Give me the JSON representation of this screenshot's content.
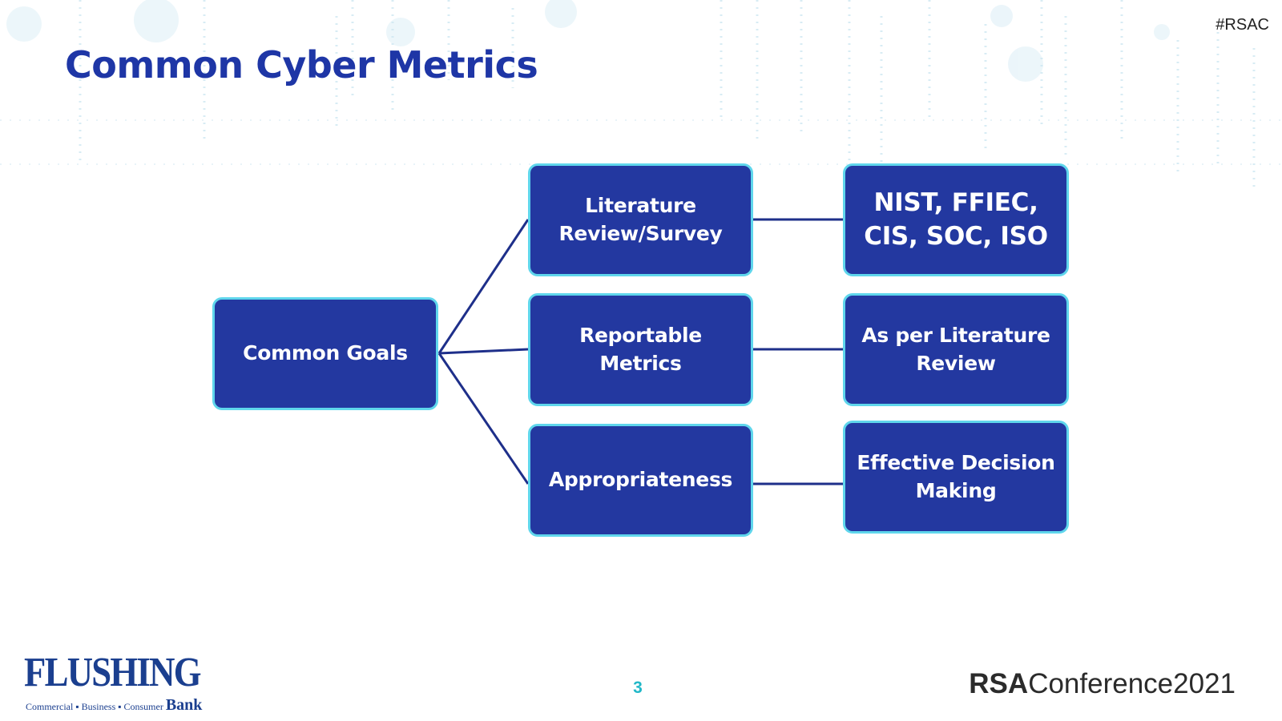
{
  "header": {
    "hashtag": "#RSAC",
    "title": "Common Cyber Metrics"
  },
  "diagram": {
    "root": "Common Goals",
    "branches": [
      {
        "label": "Literature Review/Survey",
        "outcome": "NIST, FFIEC, CIS, SOC, ISO"
      },
      {
        "label": "Reportable Metrics",
        "outcome": "As per Literature Review"
      },
      {
        "label": "Appropriateness",
        "outcome": "Effective Decision Making"
      }
    ]
  },
  "footer": {
    "page_number": "3",
    "left_logo": {
      "name": "FLUSHING",
      "tagline": "Commercial ▪ Business ▪ Consumer",
      "suffix": "Bank"
    },
    "right_logo": {
      "brand": "RSA",
      "text": "Conference2021"
    }
  },
  "colors": {
    "title": "#1e36a6",
    "node_fill": "#2338a0",
    "node_border": "#5fd6ec",
    "connector": "#1e2f8a",
    "page_number": "#22b8c8"
  }
}
